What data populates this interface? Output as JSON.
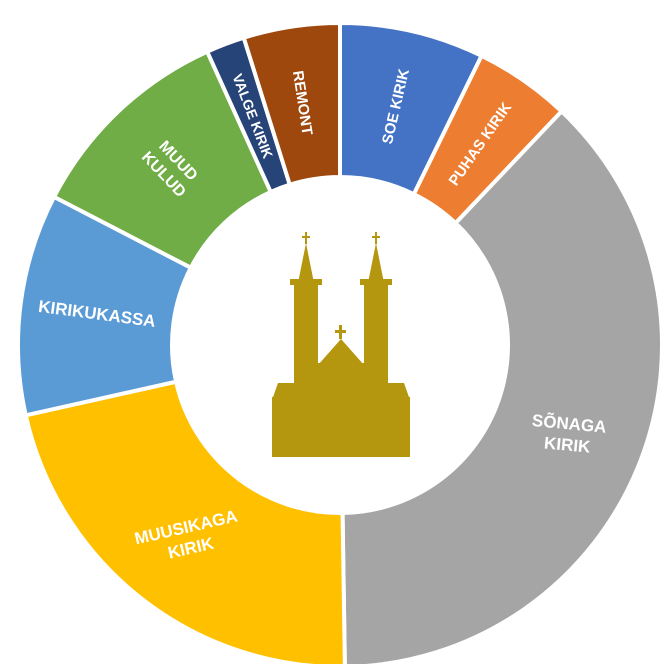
{
  "chart_data": {
    "type": "pie",
    "variant": "donut",
    "categories": [
      "SOE KIRIK",
      "PUHAS KIRIK",
      "SÕNAGA KIRIK",
      "MUUSIKAGA KIRIK",
      "KIRIKUKASSA",
      "MUUD KULUD",
      "VALGE KIRIK",
      "REMONT"
    ],
    "values": [
      7.5,
      5,
      39,
      22.5,
      11.5,
      11,
      2,
      5
    ],
    "colors": [
      "#4472C4",
      "#ED7D31",
      "#A5A5A5",
      "#FFC000",
      "#5B9BD5",
      "#70AD47",
      "#264478",
      "#9E480E"
    ],
    "label_lines": [
      [
        "SOE KIRIK"
      ],
      [
        "PUHAS KIRIK"
      ],
      [
        "SÕNAGA",
        "KIRIK"
      ],
      [
        "MUUSIKAGA",
        "KIRIK"
      ],
      [
        "KIRIKUKASSA"
      ],
      [
        "MUUD",
        "KULUD"
      ],
      [
        "VALGE KIRIK"
      ],
      [
        "REMONT"
      ]
    ],
    "legend": "none",
    "start_angle_deg": 0,
    "center_icon": "church-icon",
    "center_icon_color": "#B5960F"
  }
}
